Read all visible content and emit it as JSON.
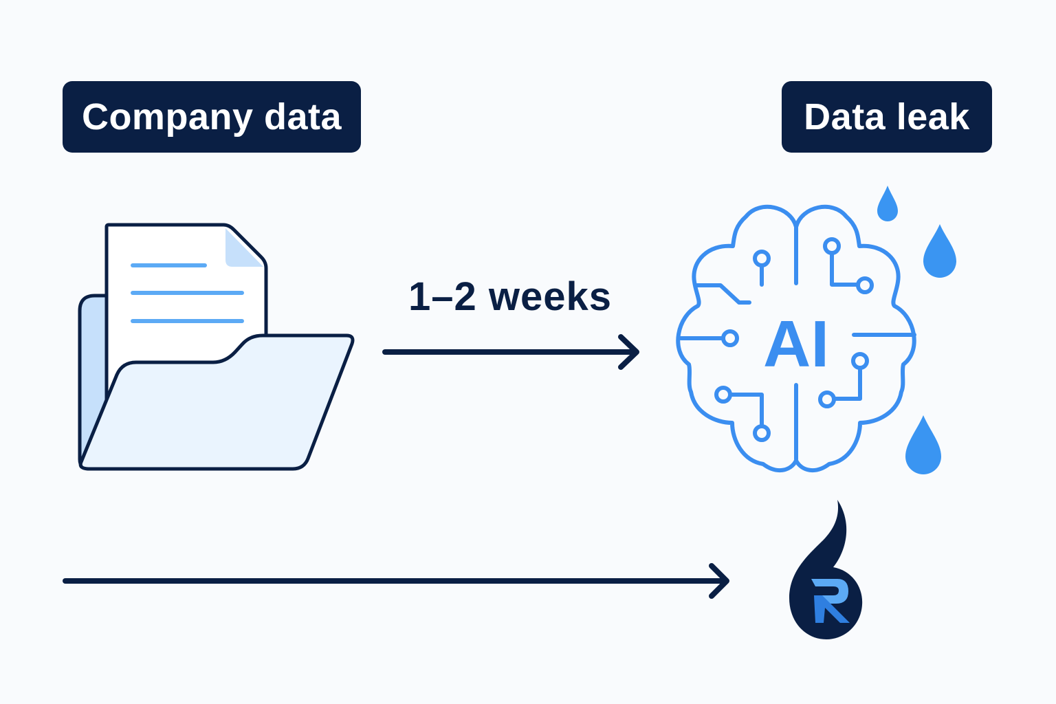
{
  "labels": {
    "source": "Company data",
    "destination": "Data leak"
  },
  "flow": {
    "top_arrow_label": "1–2 weeks"
  },
  "icons": {
    "source_icon": "folder-with-document-icon",
    "ai_icon": "ai-brain-circuit-icon",
    "ai_text": "AI",
    "leak_icon": "water-drops-icon",
    "brand_logo": "r-drop-logo-icon"
  },
  "colors": {
    "navy": "#0a1f44",
    "blue": "#3b8ef0",
    "light_blue": "#c6e0fb",
    "pale_blue": "#eaf4fe",
    "background": "#f9fbfd"
  }
}
